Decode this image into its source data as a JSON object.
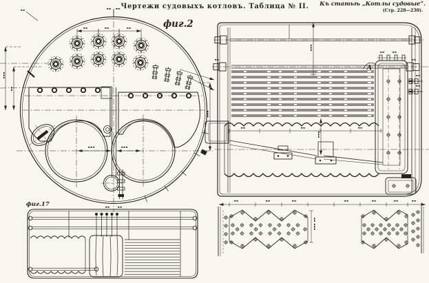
{
  "sheet": {
    "title": "Чертежи судовыхъ котловъ. Таблица № II.",
    "reference": {
      "article": "Къ статьѣ „Котлы судовые“.",
      "pages": "(Стр. 228—230)."
    },
    "figures": {
      "fig2_label": "фиг.2",
      "fig17_label": "фиг.17"
    },
    "markers": {
      "section_a": "A"
    },
    "colors": {
      "ink": "#26231f",
      "paper": "#f7f6f1"
    }
  }
}
